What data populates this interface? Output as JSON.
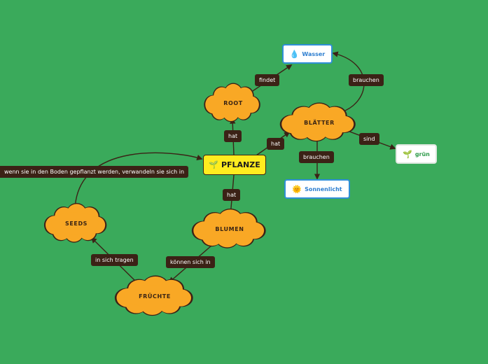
{
  "center": {
    "label": "PFLANZE",
    "icon": "🌱"
  },
  "clouds": {
    "root": "ROOT",
    "blaetter": "BLÄTTER",
    "blumen": "BLUMEN",
    "seeds": "SEEDS",
    "fruechte": "FRÜCHTE"
  },
  "boxes": {
    "wasser": {
      "label": "Wasser",
      "icon": "💧"
    },
    "sonnenlicht": {
      "label": "Sonnenlicht",
      "icon": "🌞"
    },
    "gruen": {
      "label": "grün",
      "icon": "🌱"
    }
  },
  "links": {
    "hat_root": "hat",
    "hat_blaetter": "hat",
    "hat_blumen": "hat",
    "findet": "findet",
    "brauchen_wasser": "brauchen",
    "brauchen_sonne": "brauchen",
    "sind": "sind",
    "koennen": "können sich in",
    "tragen": "in sich tragen",
    "wenn": "wenn sie in den Boden gepflanzt werden, verwandeln sie sich in"
  },
  "colors": {
    "background": "#3aaa5b",
    "cloud_fill": "#f9a825",
    "center_fill": "#ffec1f",
    "label_bg": "#3b2216",
    "box_border": "#2f8fd8"
  }
}
